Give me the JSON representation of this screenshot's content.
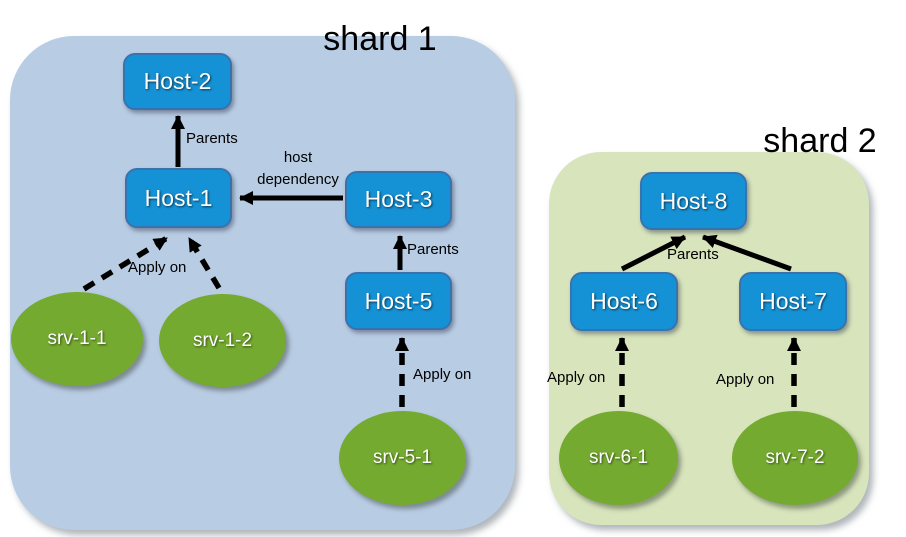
{
  "colors": {
    "shard1_bg": "#b8cce4",
    "shard2_bg": "#d7e4bc",
    "host_fill": "#1592d5",
    "host_border": "#3a72ad",
    "service_fill": "#75aa30",
    "arrow": "#000000"
  },
  "shard1": {
    "title": "shard 1",
    "hosts": {
      "host1": "Host-1",
      "host2": "Host-2",
      "host3": "Host-3",
      "host5": "Host-5"
    },
    "services": {
      "srv11": "srv-1-1",
      "srv12": "srv-1-2",
      "srv51": "srv-5-1"
    }
  },
  "shard2": {
    "title": "shard 2",
    "hosts": {
      "host6": "Host-6",
      "host7": "Host-7",
      "host8": "Host-8"
    },
    "services": {
      "srv61": "srv-6-1",
      "srv72": "srv-7-2"
    }
  },
  "edge_labels": {
    "parents": "Parents",
    "apply_on": "Apply on",
    "host_dependency": "host\ndependency"
  }
}
